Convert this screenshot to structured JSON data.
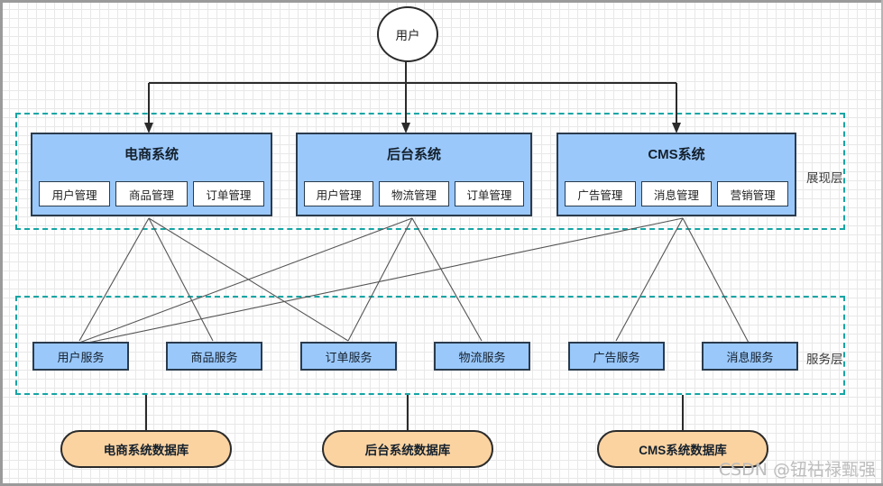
{
  "actor": {
    "label": "用户"
  },
  "layers": [
    {
      "name": "presentation",
      "label": "展现层"
    },
    {
      "name": "service",
      "label": "服务层"
    }
  ],
  "systems": [
    {
      "id": "ecommerce",
      "title": "电商系统",
      "modules": [
        "用户管理",
        "商品管理",
        "订单管理"
      ]
    },
    {
      "id": "backend",
      "title": "后台系统",
      "modules": [
        "用户管理",
        "物流管理",
        "订单管理"
      ]
    },
    {
      "id": "cms",
      "title": "CMS系统",
      "modules": [
        "广告管理",
        "消息管理",
        "营销管理"
      ]
    }
  ],
  "services": [
    {
      "id": "user",
      "label": "用户服务"
    },
    {
      "id": "product",
      "label": "商品服务"
    },
    {
      "id": "order",
      "label": "订单服务"
    },
    {
      "id": "logistics",
      "label": "物流服务"
    },
    {
      "id": "ad",
      "label": "广告服务"
    },
    {
      "id": "message",
      "label": "消息服务"
    }
  ],
  "databases": [
    {
      "id": "ecommerce-db",
      "label": "电商系统数据库"
    },
    {
      "id": "backend-db",
      "label": "后台系统数据库"
    },
    {
      "id": "cms-db",
      "label": "CMS系统数据库"
    }
  ],
  "watermark": {
    "text": "CSDN @钮祜禄甄强"
  },
  "colors": {
    "system_fill": "#9ac8fb",
    "system_border": "#2a3b4d",
    "db_fill": "#fbd3a1",
    "db_border": "#2b2b2b",
    "layer_border": "#16a5a5",
    "connector": "#4d4d4d"
  }
}
